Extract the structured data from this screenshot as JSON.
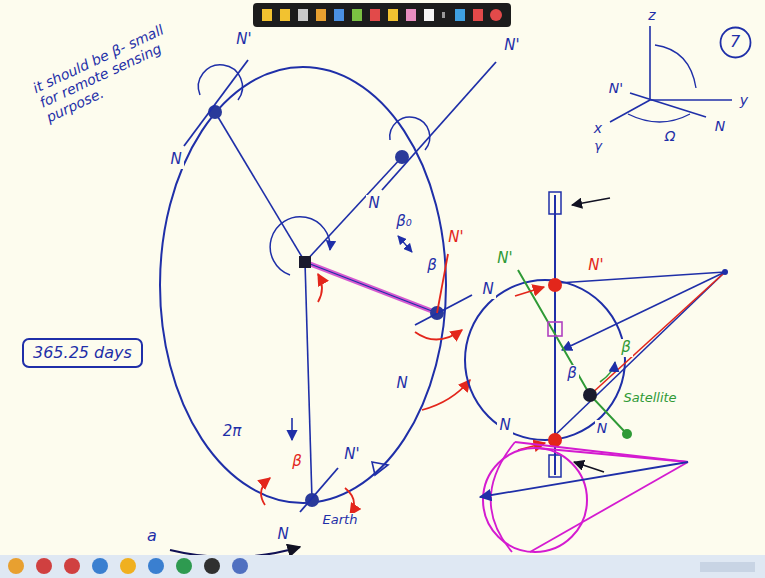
{
  "diagram": {
    "nodes": [
      {
        "text": [
          "365.25 days"
        ]
      },
      {
        "text": [
          "7"
        ]
      }
    ],
    "labels": [
      "it should be β- small for remote sensing purpose.",
      "N'",
      "N",
      "N'",
      "N",
      "β₀",
      "β",
      "N'",
      "N",
      "N",
      "2π",
      "β",
      "N'",
      "N",
      "Earth",
      "a",
      "N'",
      "N'",
      "β",
      "β",
      "Satellite",
      "N",
      "N",
      "z",
      "y",
      "x",
      "γ",
      "N'",
      "N",
      "Ω"
    ]
  }
}
